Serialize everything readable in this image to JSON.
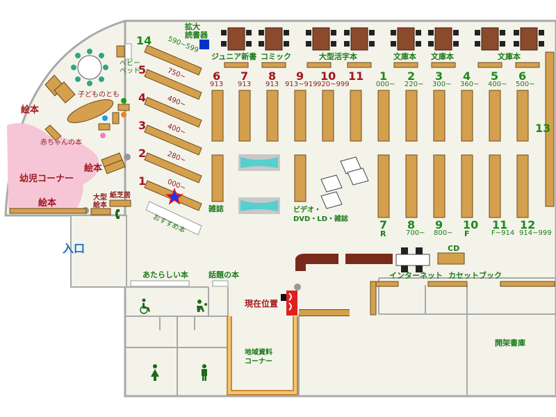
{
  "map": {
    "entrance": "入口",
    "current_location": "現在位置",
    "areas": {
      "large_print_reader": "拡大\n読書器",
      "junior_shinsho": "ジュニア新書",
      "comic": "コミック",
      "large_print": "大型活字本",
      "bunko_1": "文庫本",
      "bunko_2": "文庫本",
      "bunko_3": "文庫本",
      "baby_bed": "ベビー\nベッド",
      "kodomo_no_tomo": "子どものとも",
      "ehon_1": "絵本",
      "ehon_2": "絵本",
      "ehon_3": "絵本",
      "akachan_no_hon": "赤ちゃんの本",
      "youji_corner": "幼児コーナー",
      "oogata_ehon": "大型\n絵本",
      "kamishibai": "紙芝居",
      "osusume": "おすすめ本",
      "zasshi_1": "雑誌",
      "video": "ビデオ・\nDVD・LD・雑誌",
      "atarashii_hon": "あたらしい本",
      "wadai_no_hon": "話題の本",
      "internet": "インターネット",
      "cassette": "カセットブック",
      "cd": "CD",
      "local_corner": "地域資料\nコーナー",
      "kaika_shoko": "開架書庫"
    },
    "diag_shelves": [
      {
        "num": "14",
        "range": "590~599"
      },
      {
        "num": "5",
        "range": "750~"
      },
      {
        "num": "4",
        "range": "490~"
      },
      {
        "num": "3",
        "range": "400~"
      },
      {
        "num": "2",
        "range": "280~"
      },
      {
        "num": "1",
        "range": "000~"
      }
    ],
    "top_row": [
      {
        "num": "6",
        "range": "913"
      },
      {
        "num": "7",
        "range": "913"
      },
      {
        "num": "8",
        "range": "913"
      },
      {
        "num": "9",
        "range": "913~919"
      },
      {
        "num": "10",
        "range": "920~999"
      },
      {
        "num": "11",
        "range": ""
      },
      {
        "num": "1",
        "range": "000~"
      },
      {
        "num": "2",
        "range": "220~"
      },
      {
        "num": "3",
        "range": "300~"
      },
      {
        "num": "4",
        "range": "360~"
      },
      {
        "num": "5",
        "range": "400~"
      },
      {
        "num": "6",
        "range": "500~"
      }
    ],
    "bottom_row": [
      {
        "num": "7",
        "range": "R"
      },
      {
        "num": "8",
        "range": "700~"
      },
      {
        "num": "9",
        "range": "800~"
      },
      {
        "num": "10",
        "range": "F"
      },
      {
        "num": "11",
        "range": "F~914"
      },
      {
        "num": "12",
        "range": "914~999"
      }
    ],
    "side_shelf": "13",
    "colors": {
      "shelf_fill": "#d4a04d",
      "shelf_stroke": "#6b4a1a",
      "floor": "#f4f3ea",
      "wall": "#a9a9a9",
      "pink_area": "#f6c6d6",
      "table": "#8b4a2b",
      "red_label": "#a1171e",
      "green_label": "#1c8a1c",
      "entrance_label": "#1a6ac9"
    }
  }
}
